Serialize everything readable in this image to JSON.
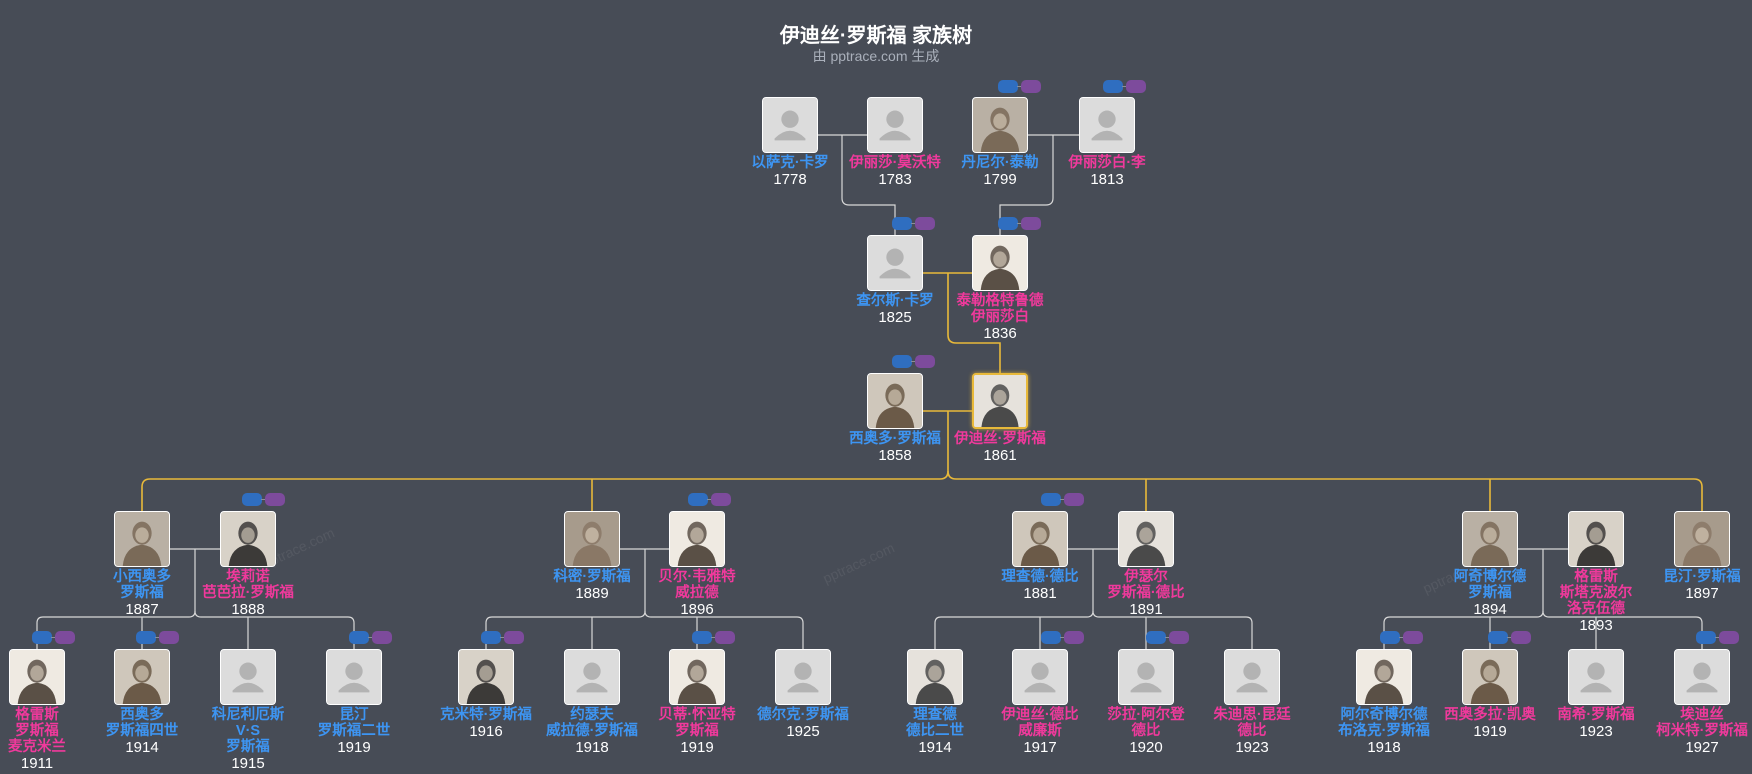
{
  "title": "伊迪丝·罗斯福 家族树",
  "subtitle": "由 pptrace.com 生成",
  "watermark": "pptrace.com",
  "colors": {
    "background": "#474c56",
    "male_name": "#3d95f3",
    "female_name": "#f0399c",
    "highlight_line": "#e8b93a",
    "line": "#d8d8d8",
    "badge_blue": "#2f6ec0",
    "badge_purple": "#7d4b9c"
  },
  "people": [
    {
      "id": "isaac",
      "name": "以萨克·卡罗",
      "year": "1778",
      "sex": "m",
      "photo": "placeholder"
    },
    {
      "id": "elizabeth_m",
      "name": "伊丽莎·莫沃特",
      "year": "1783",
      "sex": "f",
      "photo": "placeholder"
    },
    {
      "id": "daniel",
      "name": "丹尼尔·泰勒",
      "year": "1799",
      "sex": "m",
      "photo": "portrait"
    },
    {
      "id": "elizabeth_l",
      "name": "伊丽莎白·李",
      "year": "1813",
      "sex": "f",
      "photo": "placeholder"
    },
    {
      "id": "charles",
      "name": "查尔斯·卡罗",
      "year": "1825",
      "sex": "m",
      "photo": "placeholder"
    },
    {
      "id": "gertrude",
      "name": "泰勒格特鲁德\n伊丽莎白",
      "year": "1836",
      "sex": "f",
      "photo": "portrait"
    },
    {
      "id": "theodore",
      "name": "西奥多·罗斯福",
      "year": "1858",
      "sex": "m",
      "photo": "portrait"
    },
    {
      "id": "edith",
      "name": "伊迪丝·罗斯福",
      "year": "1861",
      "sex": "f",
      "photo": "portrait",
      "highlight": true
    },
    {
      "id": "ted_jr",
      "name": "小西奥多\n罗斯福",
      "year": "1887",
      "sex": "m",
      "photo": "portrait"
    },
    {
      "id": "eleanor",
      "name": "埃莉诺\n芭芭拉·罗斯福",
      "year": "1888",
      "sex": "f",
      "photo": "portrait"
    },
    {
      "id": "kermit",
      "name": "科密·罗斯福",
      "year": "1889",
      "sex": "m",
      "photo": "portrait"
    },
    {
      "id": "belle",
      "name": "贝尔·韦雅特\n威拉德",
      "year": "1896",
      "sex": "f",
      "photo": "portrait"
    },
    {
      "id": "richard",
      "name": "理查德·德比",
      "year": "1881",
      "sex": "m",
      "photo": "portrait"
    },
    {
      "id": "ethel",
      "name": "伊瑟尔\n罗斯福·德比",
      "year": "1891",
      "sex": "f",
      "photo": "portrait"
    },
    {
      "id": "archibald",
      "name": "阿奇博尔德\n罗斯福",
      "year": "1894",
      "sex": "m",
      "photo": "portrait"
    },
    {
      "id": "grace",
      "name": "格雷斯\n斯塔克波尔\n洛克伍德",
      "year": "1893",
      "sex": "f",
      "photo": "portrait"
    },
    {
      "id": "quentin",
      "name": "昆汀·罗斯福",
      "year": "1897",
      "sex": "m",
      "photo": "portrait"
    },
    {
      "id": "grace_m",
      "name": "格雷斯\n罗斯福\n麦克米兰",
      "year": "1911",
      "sex": "f",
      "photo": "portrait"
    },
    {
      "id": "ted_iv",
      "name": "西奥多\n罗斯福四世",
      "year": "1914",
      "sex": "m",
      "photo": "portrait"
    },
    {
      "id": "cornelius",
      "name": "科尼利厄斯\nV·S\n罗斯福",
      "year": "1915",
      "sex": "m",
      "photo": "placeholder"
    },
    {
      "id": "quentin_ii",
      "name": "昆汀\n罗斯福二世",
      "year": "1919",
      "sex": "m",
      "photo": "placeholder"
    },
    {
      "id": "kermit_jr",
      "name": "克米特·罗斯福",
      "year": "1916",
      "sex": "m",
      "photo": "portrait"
    },
    {
      "id": "joseph",
      "name": "约瑟夫\n威拉德·罗斯福",
      "year": "1918",
      "sex": "m",
      "photo": "placeholder"
    },
    {
      "id": "belle_w",
      "name": "贝蒂·怀亚特\n罗斯福",
      "year": "1919",
      "sex": "f",
      "photo": "portrait"
    },
    {
      "id": "dirck",
      "name": "德尔克·罗斯福",
      "year": "1925",
      "sex": "m",
      "photo": "placeholder"
    },
    {
      "id": "richard_ii",
      "name": "理查德\n德比二世",
      "year": "1914",
      "sex": "m",
      "photo": "portrait"
    },
    {
      "id": "edith_d",
      "name": "伊迪丝·德比\n威廉斯",
      "year": "1917",
      "sex": "f",
      "photo": "placeholder"
    },
    {
      "id": "sarah",
      "name": "莎拉·阿尔登\n德比",
      "year": "1920",
      "sex": "f",
      "photo": "placeholder"
    },
    {
      "id": "judith",
      "name": "朱迪思·昆廷\n德比",
      "year": "1923",
      "sex": "f",
      "photo": "placeholder"
    },
    {
      "id": "archibald_jr",
      "name": "阿尔奇博尔德\n布洛克·罗斯福",
      "year": "1918",
      "sex": "m",
      "photo": "portrait"
    },
    {
      "id": "theodora",
      "name": "西奥多拉·凯奥",
      "year": "1919",
      "sex": "f",
      "photo": "portrait"
    },
    {
      "id": "nancy",
      "name": "南希·罗斯福",
      "year": "1923",
      "sex": "f",
      "photo": "placeholder"
    },
    {
      "id": "edith_k",
      "name": "埃迪丝\n柯米特·罗斯福",
      "year": "1927",
      "sex": "f",
      "photo": "placeholder"
    }
  ]
}
